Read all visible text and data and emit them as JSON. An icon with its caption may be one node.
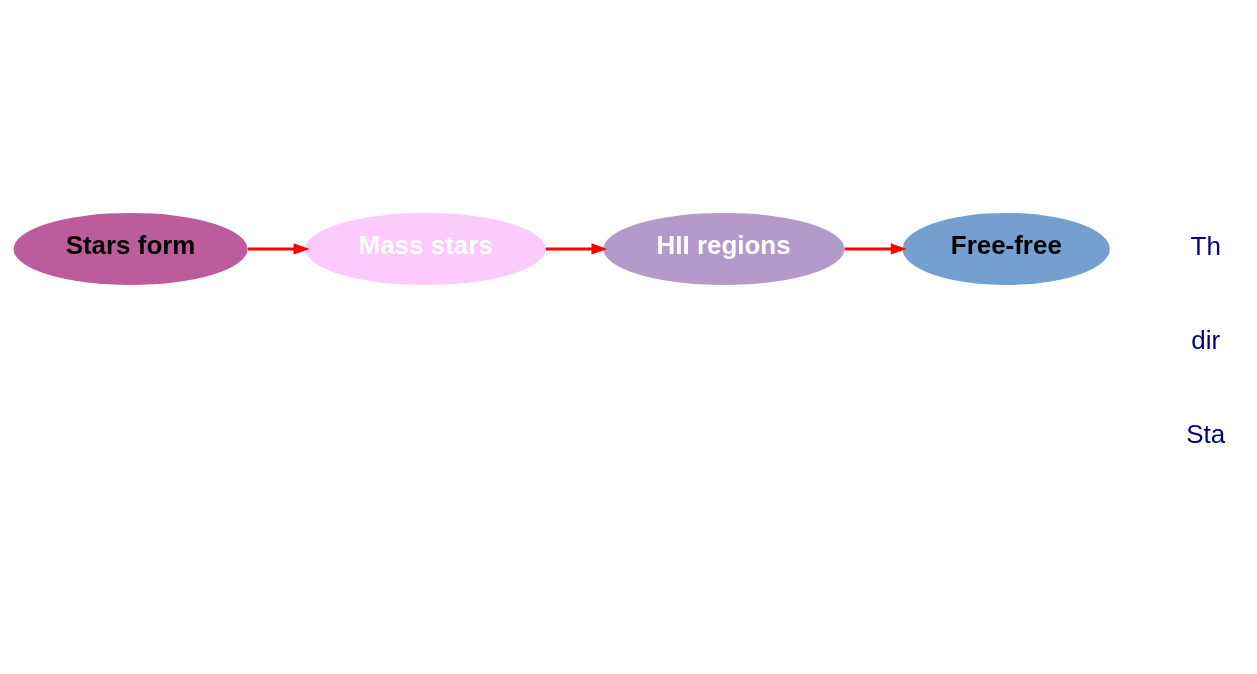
{
  "diagram": {
    "nodes": [
      {
        "text": [
          "Stars form"
        ]
      },
      {
        "text": [
          "Mass stars"
        ]
      },
      {
        "text": [
          "HII regions"
        ]
      },
      {
        "text": [
          "Free-free"
        ]
      }
    ],
    "edges": [
      {
        "from": 0,
        "to": 1,
        "arrow": "to",
        "color": "#ff0000"
      },
      {
        "from": 1,
        "to": 2,
        "arrow": "to",
        "color": "#ff0000"
      },
      {
        "from": 2,
        "to": 3,
        "arrow": "to",
        "color": "#ff0000"
      }
    ],
    "labels": [
      "Th",
      "dir",
      "Sta"
    ]
  }
}
